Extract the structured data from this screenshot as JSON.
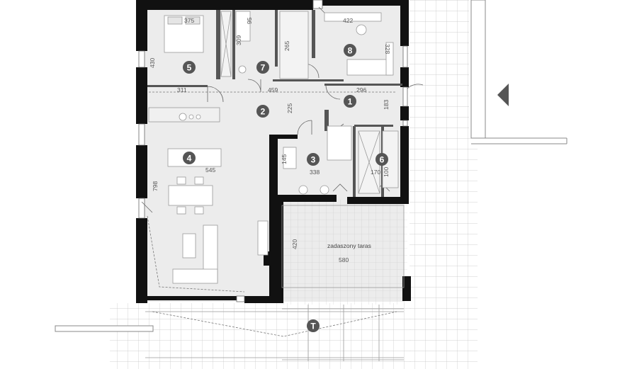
{
  "rooms": [
    {
      "number": "1"
    },
    {
      "number": "2"
    },
    {
      "number": "3"
    },
    {
      "number": "4"
    },
    {
      "number": "5"
    },
    {
      "number": "6"
    },
    {
      "number": "7"
    },
    {
      "number": "8"
    },
    {
      "number": "T"
    }
  ],
  "dimensions": {
    "d375": "375",
    "d422": "422",
    "d328": "328",
    "d430": "430",
    "d311": "311",
    "d459": "459",
    "d296": "296",
    "d183": "183",
    "d225": "225",
    "d338": "338",
    "d170": "170",
    "d100": "100",
    "d545": "545",
    "d798": "798",
    "d420": "420",
    "d580": "580",
    "d309": "309",
    "d95": "95",
    "d265": "265",
    "d145": "145"
  },
  "labels": {
    "terrace": "zadaszony taras"
  },
  "colors": {
    "wall": "#111111",
    "room_fill": "#ececec",
    "badge": "#555555",
    "grid": "#bdbdbd",
    "fixture": "#cccccc"
  }
}
